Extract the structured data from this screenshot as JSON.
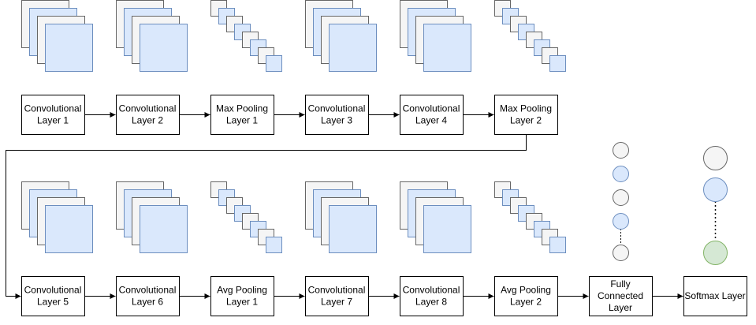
{
  "colors": {
    "map_fill_gray": "#f5f5f5",
    "map_fill_blue": "#dae8fc",
    "map_stroke_gray": "#666666",
    "map_stroke_blue": "#6c8ebf",
    "node_fill_green": "#d5e8d4",
    "node_stroke_green": "#82b366",
    "box_stroke": "#000000",
    "edge": "#000000"
  },
  "rows": [
    {
      "layers": [
        {
          "line1": "Convolutional",
          "line2": "Layer 1",
          "kind": "conv"
        },
        {
          "line1": "Convolutional",
          "line2": "Layer 2",
          "kind": "conv"
        },
        {
          "line1": "Max Pooling",
          "line2": "Layer 1",
          "kind": "pool"
        },
        {
          "line1": "Convolutional",
          "line2": "Layer 3",
          "kind": "conv"
        },
        {
          "line1": "Convolutional",
          "line2": "Layer 4",
          "kind": "conv"
        },
        {
          "line1": "Max Pooling",
          "line2": "Layer 2",
          "kind": "pool"
        }
      ]
    },
    {
      "layers": [
        {
          "line1": "Convolutional",
          "line2": "Layer 5",
          "kind": "conv"
        },
        {
          "line1": "Convolutional",
          "line2": "Layer 6",
          "kind": "conv"
        },
        {
          "line1": "Avg Pooling",
          "line2": "Layer 1",
          "kind": "pool"
        },
        {
          "line1": "Convolutional",
          "line2": "Layer 7",
          "kind": "conv"
        },
        {
          "line1": "Convolutional",
          "line2": "Layer 8",
          "kind": "conv"
        },
        {
          "line1": "Avg Pooling",
          "line2": "Layer 2",
          "kind": "pool"
        }
      ]
    }
  ],
  "fully_connected": {
    "line1": "Fully",
    "line2": "Connected",
    "line3": "Layer",
    "nodes": [
      "gray",
      "blue",
      "gray",
      "blue",
      "gray"
    ]
  },
  "softmax": {
    "line1": "Softmax Layer",
    "nodes": [
      "gray",
      "blue",
      "green"
    ]
  }
}
